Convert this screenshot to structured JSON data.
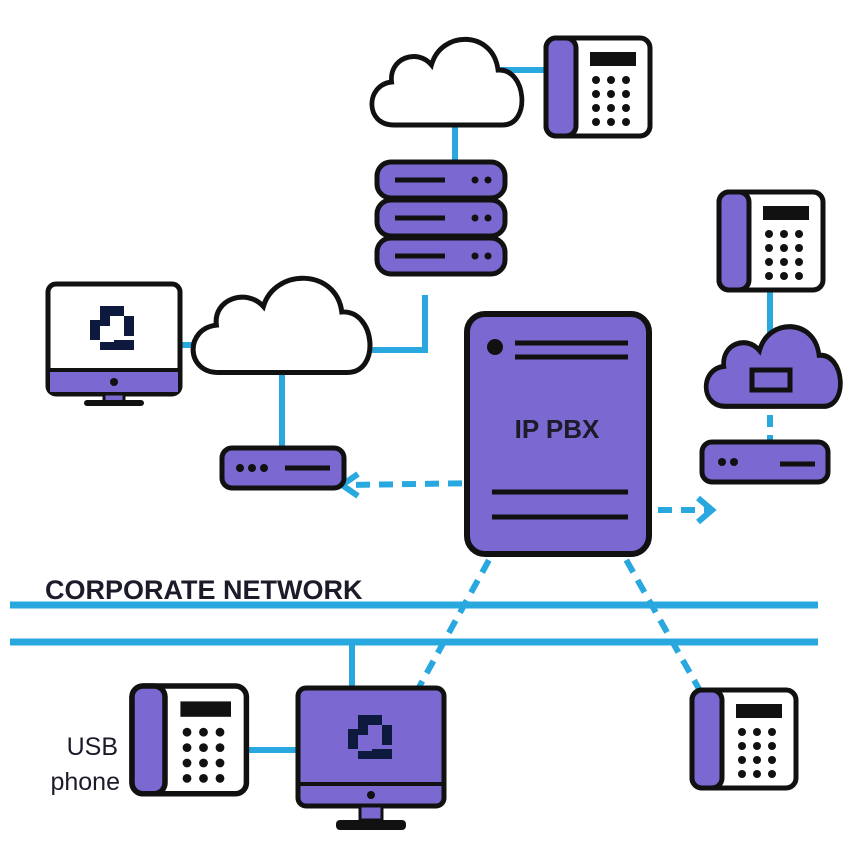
{
  "diagram": {
    "pbx_label": "IP PBX",
    "network_label": "CORPORATE NETWORK",
    "usb_phone_label_line1": "USB",
    "usb_phone_label_line2": "phone",
    "colors": {
      "purple": "#7b68d0",
      "link": "#29a8e0",
      "outline": "#111111",
      "logo": "#0e1a3d"
    },
    "icons": [
      "cloud-icon",
      "desk-phone-icon",
      "server-stack-icon",
      "monitor-icon",
      "router-icon",
      "pbx-server-icon"
    ]
  }
}
